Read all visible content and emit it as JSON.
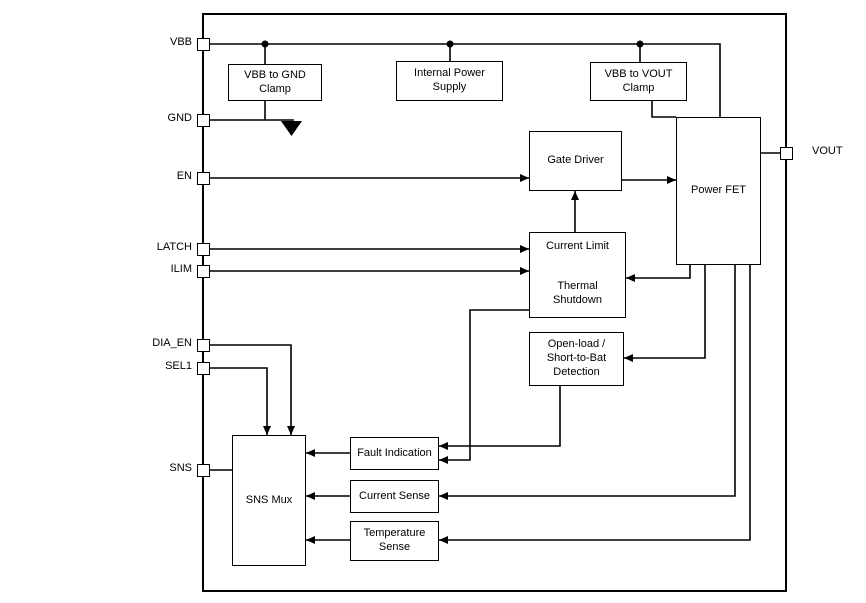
{
  "diagram": {
    "colors": {
      "line": "#000000",
      "background": "#ffffff"
    },
    "pins": {
      "vbb": "VBB",
      "gnd": "GND",
      "en": "EN",
      "latch": "LATCH",
      "ilim": "ILIM",
      "dia_en": "DIA_EN",
      "sel1": "SEL1",
      "sns": "SNS",
      "vout": "VOUT"
    },
    "blocks": {
      "vbb_gnd_clamp": "VBB to GND Clamp",
      "internal_power_supply": "Internal Power Supply",
      "vbb_vout_clamp": "VBB to VOUT Clamp",
      "gate_driver": "Gate Driver",
      "power_fet": "Power FET",
      "current_limit": "Current Limit",
      "thermal_shutdown": "Thermal Shutdown",
      "open_load_detection": "Open-load / Short-to-Bat Detection",
      "fault_indication": "Fault Indication",
      "current_sense": "Current Sense",
      "temperature_sense": "Temperature Sense",
      "sns_mux": "SNS Mux"
    }
  }
}
